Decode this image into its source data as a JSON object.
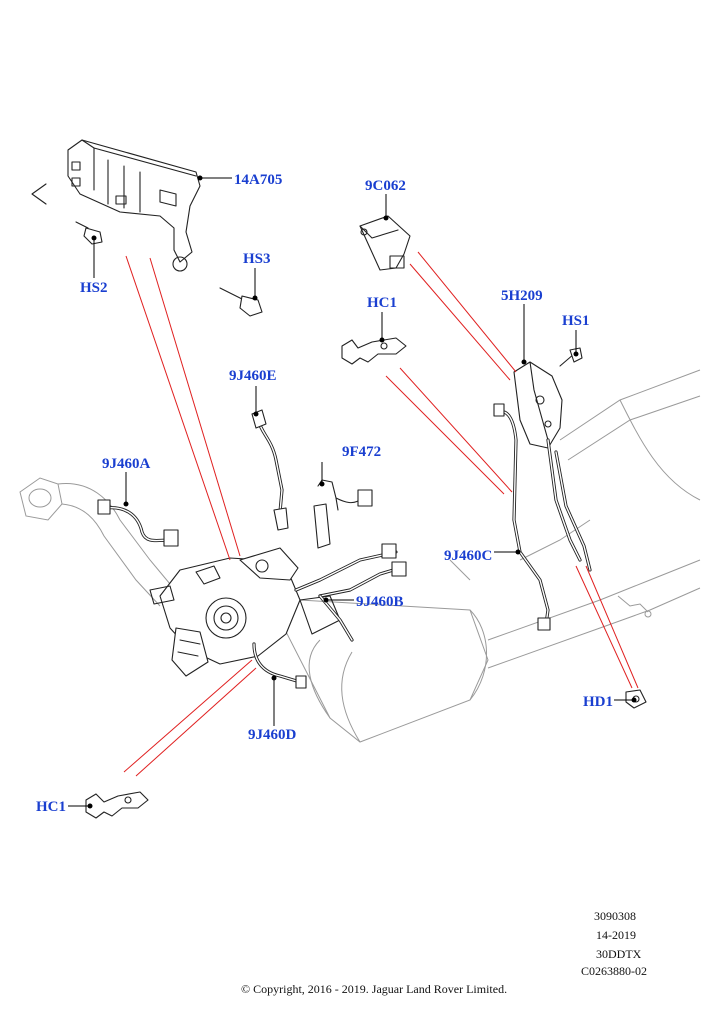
{
  "callouts": {
    "c_14A705": "14A705",
    "c_9C062": "9C062",
    "c_HS3": "HS3",
    "c_HS2": "HS2",
    "c_HC1_top": "HC1",
    "c_5H209": "5H209",
    "c_HS1": "HS1",
    "c_9J460E": "9J460E",
    "c_9F472": "9F472",
    "c_9J460A": "9J460A",
    "c_9J460C": "9J460C",
    "c_9J460B": "9J460B",
    "c_HD1": "HD1",
    "c_9J460D": "9J460D",
    "c_HC1_bottom": "HC1"
  },
  "reference": {
    "line1": "3090308",
    "line2": "14-2019",
    "line3": "30DDTX",
    "line4": "C0263880-02"
  },
  "copyright": "© Copyright, 2016 - 2019. Jaguar Land Rover Limited.",
  "colors": {
    "callout_text": "#1a3fd0",
    "leader_line": "#000000",
    "connector_line": "#e02020"
  }
}
